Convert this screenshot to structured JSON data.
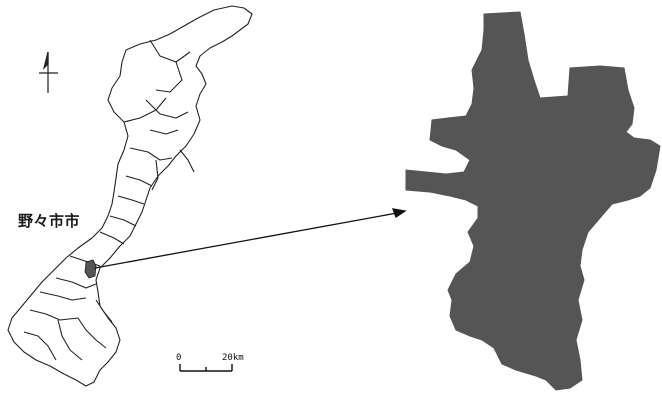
{
  "map": {
    "city_label": "野々市市",
    "scale_bar": {
      "start": "0",
      "end": "20km"
    },
    "north_arrow_icon": "north-arrow-icon",
    "region_fill": "#ffffff",
    "highlight_fill": "#555555",
    "border_color": "#222222"
  }
}
